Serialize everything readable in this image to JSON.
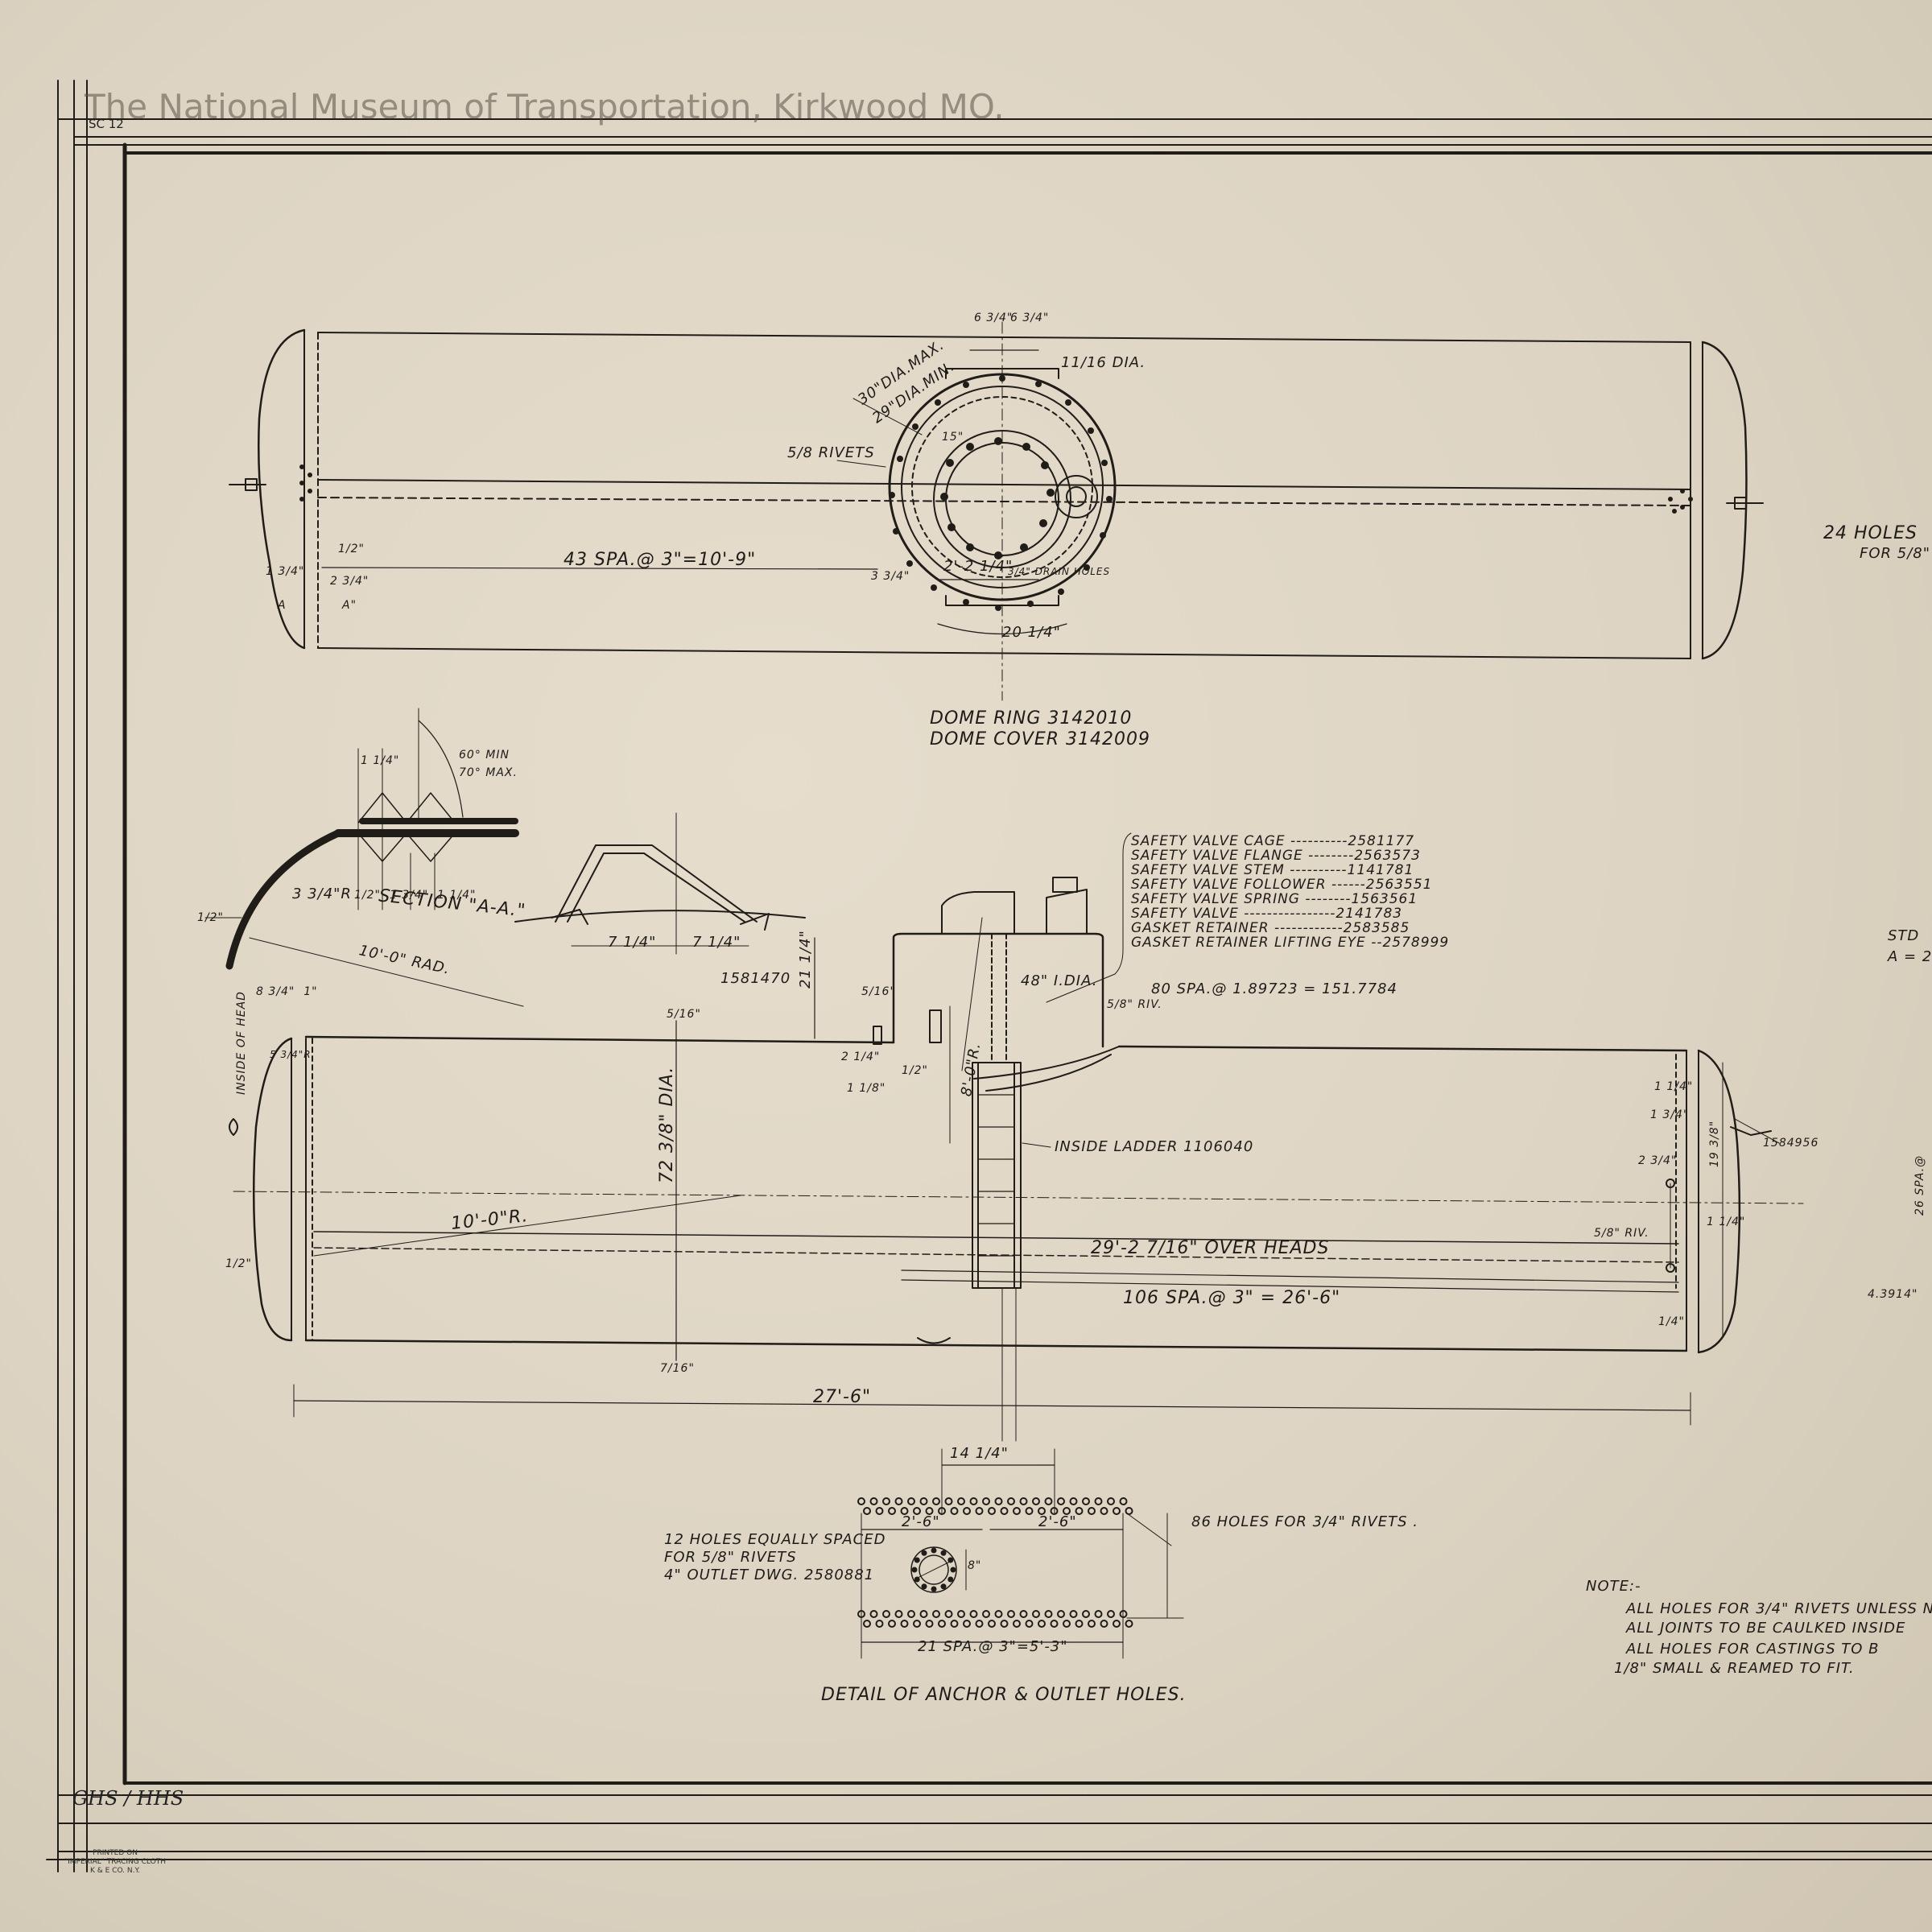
{
  "sheet": {
    "watermark": "The National Museum of Transportation, Kirkwood MO.",
    "sheet_code": "SC 12",
    "initials": "GHS / HHS",
    "printer_note": "PRINTED ON\n\"IMPERIAL\" TRACING CLOTH\nK & E CO. N.Y."
  },
  "plan_view": {
    "dia_max": "30\"DIA.MAX.",
    "dia_min": "29\"DIA.MIN.",
    "rivets": "5/8 RIVETS",
    "spacing_top_a": "6 3/4\"",
    "spacing_top_b": "6 3/4\"",
    "hole_dia": "11/16 DIA.",
    "dim_15": "15\"",
    "rivet_spacing": "43 SPA.@ 3\"=10'-9\"",
    "dim_1_3_4": "1 3/4\"",
    "dim_1_2": "1/2\"",
    "dim_2_3_4": "2 3/4\"",
    "dim_3_3_4": "3 3/4\"",
    "dim_2_2_1_4": "2'-2 1/4\"",
    "drain_holes": "3/4\" DRAIN HOLES",
    "dim_20_1_4": "20 1/4\"",
    "section_a_left": "A",
    "section_a_right": "A\"",
    "holes_note": "24 HOLES",
    "holes_for": "FOR 5/8\""
  },
  "dome_parts": {
    "ring": "DOME RING    3142010",
    "cover": "DOME COVER 3142009"
  },
  "section_detail": {
    "dim_top": "1 1/4\"",
    "angle_min": "60° MIN",
    "angle_max": "70° MAX.",
    "radius": "3 3/4\"R",
    "dims_bottom": "1/2\"  1 3/4\"  1 1/4\"",
    "section_label": "SECTION \"A-A.\"",
    "rad_label": "10'-0\" RAD.",
    "dim_half": "1/2\""
  },
  "saddle_detail": {
    "dim_left": "7 1/4\"",
    "dim_right": "7 1/4\""
  },
  "valve_list": [
    "SAFETY VALVE CAGE ----------2581177",
    "SAFETY VALVE FLANGE --------2563573",
    "SAFETY VALVE STEM ----------1141781",
    "SAFETY VALVE FOLLOWER ------2563551",
    "SAFETY VALVE SPRING --------1563561",
    "SAFETY VALVE ----------------2141783",
    "GASKET RETAINER ------------2583585",
    "GASKET RETAINER LIFTING EYE --2578999"
  ],
  "elevation": {
    "inside_of_head": "INSIDE OF HEAD",
    "dims_head": "8 3/4\"  1\"",
    "dim_5_3_4": "5 3/4\"R",
    "part_1581470": "1581470",
    "dim_21": "21 1/4\"",
    "dim_5_16": "5/16\"",
    "dim_5_16_b": "5/16\"",
    "dome_dia": "48\" I.DIA.",
    "rivet_spacing": "80 SPA.@ 1.89723 = 151.7784",
    "riv_5_8": "5/8\" RIV.",
    "dim_2_1_4": "2 1/4\"",
    "dim_1_2": "1/2\"",
    "dim_1_8": "1 1/8\"",
    "dim_8_0": "8'-0\"R.",
    "dia_72": "72 3/8\" DIA.",
    "inside_ladder": "INSIDE LADDER 1106040",
    "part_1584956": "1584956",
    "radius_10": "10'-0\"R.",
    "over_heads": "29'-2 7/16\" OVER HEADS",
    "rivet_106": "106 SPA.@ 3\" = 26'-6\"",
    "dim_half": "1/2\"",
    "dim_7_16": "7/16\"",
    "overall": "27'-6\"",
    "dim_1_1_4": "1 1/4\"",
    "dim_1_3_4": "1 3/4\"",
    "dim_2_3_4": "2 3/4\"",
    "dim_1_1_4_b": "1 1/4\"",
    "dim_1_4_5": "1/4\"",
    "dim_19": "19 3/8\"",
    "riv_5_8_b": "5/8\" RIV."
  },
  "anchor_detail": {
    "dim_14": "14 1/4\"",
    "dim_2_6_a": "2'-6\"",
    "dim_2_6_b": "2'-6\"",
    "holes_86": "86 HOLES FOR 3/4\" RIVETS .",
    "holes_12_a": "12 HOLES EQUALLY SPACED",
    "holes_12_b": "FOR 5/8\" RIVETS",
    "outlet": "4\" OUTLET DWG. 2580881",
    "dim_8": "8\"",
    "rivet_21": "21 SPA.@ 3\"=5'-3\"",
    "title": "DETAIL OF ANCHOR & OUTLET HOLES."
  },
  "notes": {
    "heading": "NOTE:-",
    "line1": "ALL HOLES FOR 3/4\" RIVETS UNLESS NO",
    "line2": "ALL JOINTS TO BE CAULKED INSIDE",
    "line3": "ALL HOLES FOR CASTINGS TO B",
    "line4": "1/8\" SMALL & REAMED TO FIT."
  },
  "right_edge": {
    "std": "STD",
    "a_eq": "A = 2(",
    "spa26": "26 SPA.@",
    "val": "4.3914\""
  }
}
